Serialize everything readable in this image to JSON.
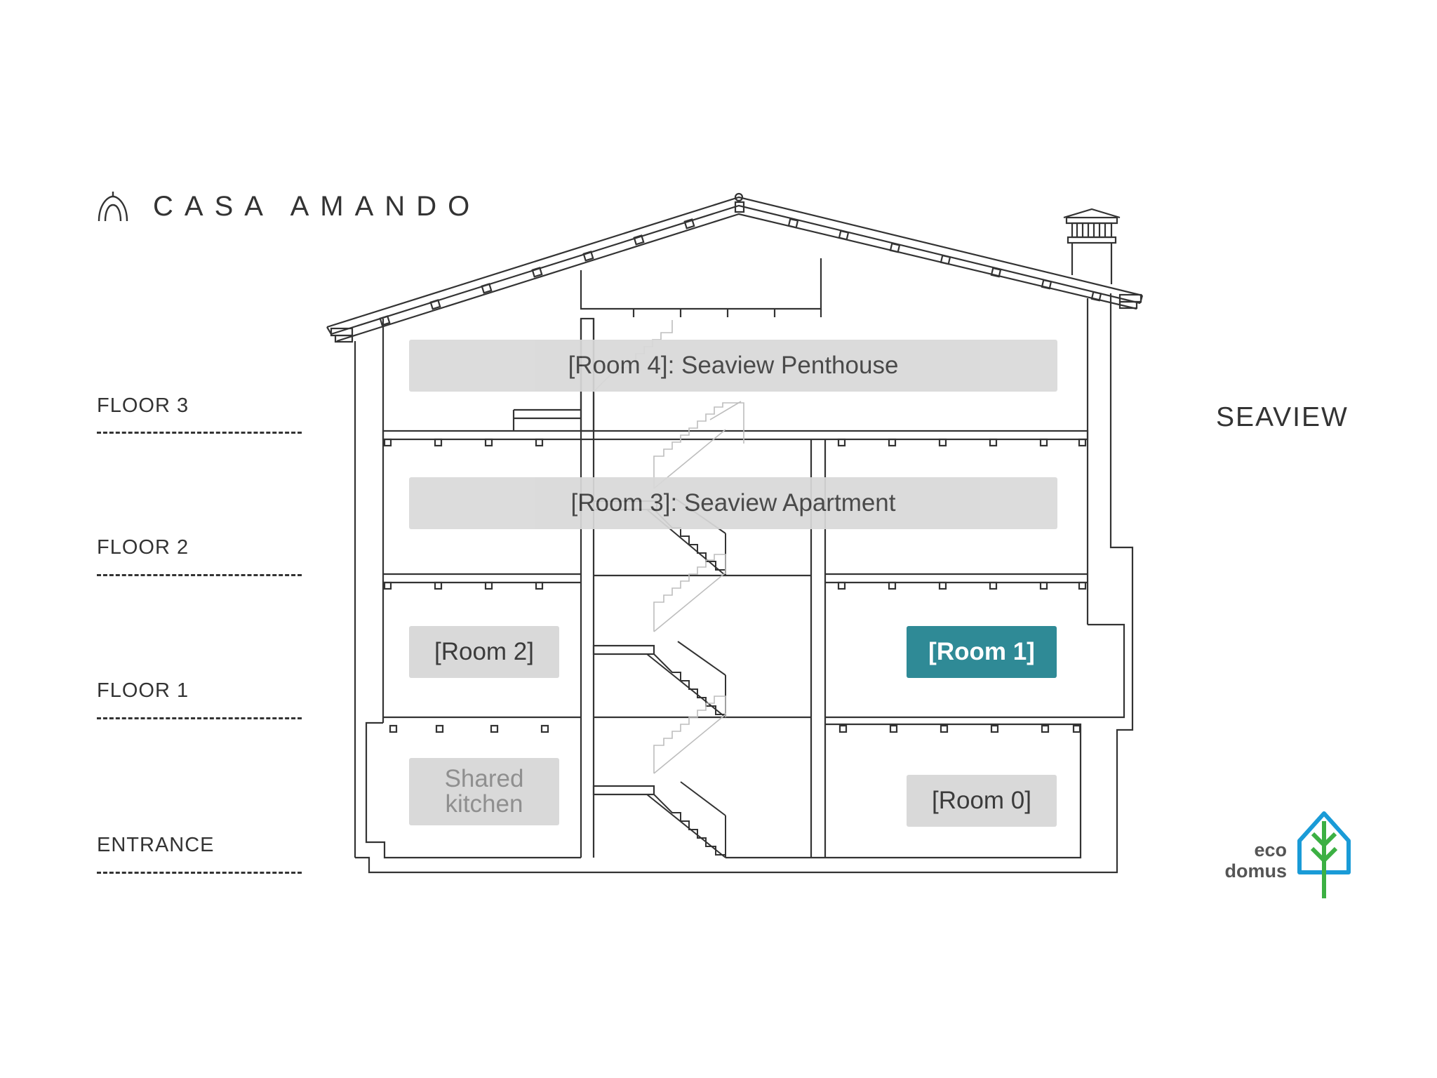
{
  "brand": {
    "name": "CASA AMANDO",
    "icon": "house-arch-icon"
  },
  "floors": [
    {
      "label": "FLOOR 3"
    },
    {
      "label": "FLOOR 2"
    },
    {
      "label": "FLOOR 1"
    },
    {
      "label": "ENTRANCE"
    }
  ],
  "orientation_label": "SEAVIEW",
  "rooms": {
    "room4": {
      "label": "[Room 4]: Seaview Penthouse"
    },
    "room3": {
      "label": "[Room 3]: Seaview Apartment"
    },
    "room2": {
      "label": "[Room 2]"
    },
    "room1": {
      "label": "[Room 1]",
      "highlighted": true
    },
    "room0": {
      "label": "[Room 0]"
    },
    "kitchen": {
      "label": "Shared kitchen"
    }
  },
  "eco_logo": {
    "line1": "eco",
    "line2": "domus",
    "icon": "leaf-house-icon"
  },
  "colors": {
    "highlight": "#2f8a96",
    "room_box": "#d9d9d9",
    "line": "#333333",
    "eco_blue": "#1a9bd7",
    "eco_green": "#3cb043"
  }
}
